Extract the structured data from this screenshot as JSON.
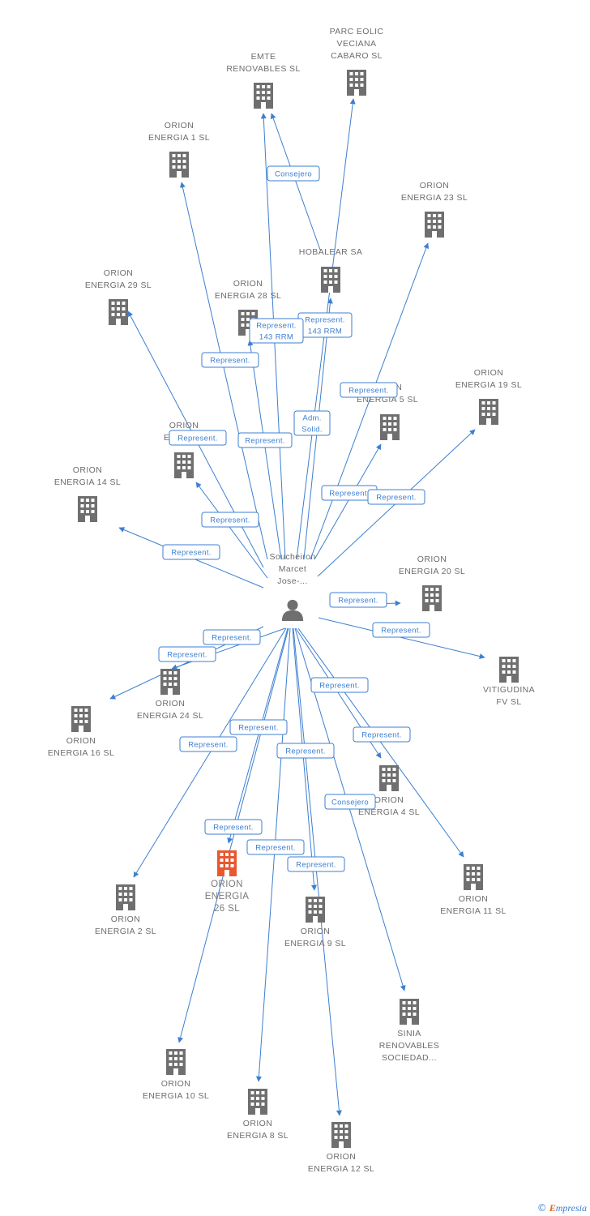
{
  "center": {
    "label_lines": [
      "Soucheiron",
      "Marcet",
      "Jose-..."
    ],
    "icon": "person-icon"
  },
  "nodes": [
    {
      "id": "emte",
      "lines": [
        "EMTE",
        "RENOVABLES SL"
      ]
    },
    {
      "id": "parc",
      "lines": [
        "PARC EOLIC",
        "VECIANA",
        "CABARO SL"
      ]
    },
    {
      "id": "oe1",
      "lines": [
        "ORION",
        "ENERGIA 1 SL"
      ]
    },
    {
      "id": "oe23",
      "lines": [
        "ORION",
        "ENERGIA 23 SL"
      ]
    },
    {
      "id": "hobalear",
      "lines": [
        "HOBALEAR SA"
      ]
    },
    {
      "id": "oe29",
      "lines": [
        "ORION",
        "ENERGIA 29 SL"
      ]
    },
    {
      "id": "oe28",
      "lines": [
        "ORION",
        "ENERGIA 28 SL"
      ]
    },
    {
      "id": "oe5",
      "lines": [
        "ORION",
        "ENERGIA 5 SL"
      ]
    },
    {
      "id": "oe19",
      "lines": [
        "ORION",
        "ENERGIA 19 SL"
      ]
    },
    {
      "id": "oeX",
      "lines": [
        "ORION",
        "ENERGIA"
      ]
    },
    {
      "id": "oe14",
      "lines": [
        "ORION",
        "ENERGIA 14 SL"
      ]
    },
    {
      "id": "oe20",
      "lines": [
        "ORION",
        "ENERGIA 20 SL"
      ]
    },
    {
      "id": "viti",
      "lines": [
        "VITIGUDINA",
        "FV SL"
      ]
    },
    {
      "id": "oe24",
      "lines": [
        "ORION",
        "ENERGIA 24 SL"
      ]
    },
    {
      "id": "oe16",
      "lines": [
        "ORION",
        "ENERGIA 16 SL"
      ]
    },
    {
      "id": "oe4",
      "lines": [
        "ORION",
        "ENERGIA 4 SL"
      ]
    },
    {
      "id": "oe26",
      "lines": [
        "ORION",
        "ENERGIA",
        "26 SL"
      ],
      "highlight": true
    },
    {
      "id": "oe2",
      "lines": [
        "ORION",
        "ENERGIA 2 SL"
      ]
    },
    {
      "id": "oe9",
      "lines": [
        "ORION",
        "ENERGIA 9 SL"
      ]
    },
    {
      "id": "oe11",
      "lines": [
        "ORION",
        "ENERGIA 11 SL"
      ]
    },
    {
      "id": "sinia",
      "lines": [
        "SINIA",
        "RENOVABLES",
        "SOCIEDAD..."
      ]
    },
    {
      "id": "oe10",
      "lines": [
        "ORION",
        "ENERGIA 10 SL"
      ]
    },
    {
      "id": "oe8",
      "lines": [
        "ORION",
        "ENERGIA 8 SL"
      ]
    },
    {
      "id": "oe12",
      "lines": [
        "ORION",
        "ENERGIA 12 SL"
      ]
    }
  ],
  "edges": [
    {
      "from": "center",
      "to": "emte",
      "label": [
        "Represent."
      ]
    },
    {
      "from": "hobalear",
      "to": "emte",
      "label": [
        "Consejero"
      ]
    },
    {
      "from": "center",
      "to": "parc",
      "label": [
        "Adm.",
        "Solid."
      ]
    },
    {
      "from": "center",
      "to": "oe1",
      "label": [
        "Represent."
      ]
    },
    {
      "from": "center",
      "to": "oe23",
      "label": [
        "Represent."
      ]
    },
    {
      "from": "center",
      "to": "hobalear",
      "label": [
        "Represent.",
        "143 RRM"
      ]
    },
    {
      "from": "center",
      "to": "oe29",
      "label": [
        "Represent."
      ]
    },
    {
      "from": "center",
      "to": "oe28",
      "label": [
        "Represent.",
        "143 RRM"
      ]
    },
    {
      "from": "center",
      "to": "oe5",
      "label": [
        "Represent."
      ]
    },
    {
      "from": "center",
      "to": "oe19",
      "label": [
        "Represent."
      ]
    },
    {
      "from": "center",
      "to": "oeX",
      "label": [
        "Represent."
      ]
    },
    {
      "from": "center",
      "to": "oe14",
      "label": [
        "Represent."
      ]
    },
    {
      "from": "center",
      "to": "oe20",
      "label": [
        "Represent."
      ]
    },
    {
      "from": "center",
      "to": "viti",
      "label": [
        "Represent."
      ]
    },
    {
      "from": "center",
      "to": "oe16",
      "label": [
        "Represent."
      ]
    },
    {
      "from": "center",
      "to": "oe24",
      "label": [
        "Represent."
      ]
    },
    {
      "from": "center",
      "to": "oe4",
      "label": [
        "Represent."
      ]
    },
    {
      "from": "center",
      "to": "oe11",
      "label": [
        "Represent."
      ]
    },
    {
      "from": "center",
      "to": "oe2",
      "label": [
        "Represent."
      ]
    },
    {
      "from": "center",
      "to": "oe26",
      "label": [
        "Represent."
      ]
    },
    {
      "from": "center",
      "to": "oe9",
      "label": [
        "Represent."
      ]
    },
    {
      "from": "center",
      "to": "sinia",
      "label": [
        "Consejero"
      ]
    },
    {
      "from": "center",
      "to": "oe10",
      "label": [
        "Represent."
      ]
    },
    {
      "from": "center",
      "to": "oe8",
      "label": [
        "Represent."
      ]
    },
    {
      "from": "center",
      "to": "oe12",
      "label": [
        "Represent."
      ]
    }
  ],
  "colors": {
    "edge": "#3d7fd0",
    "building": "#6f6f6f",
    "highlight": "#e8582f",
    "person": "#6f6f6f"
  },
  "footer": {
    "copyright": "©",
    "brand_initial": "E",
    "brand_rest": "mpresia"
  }
}
